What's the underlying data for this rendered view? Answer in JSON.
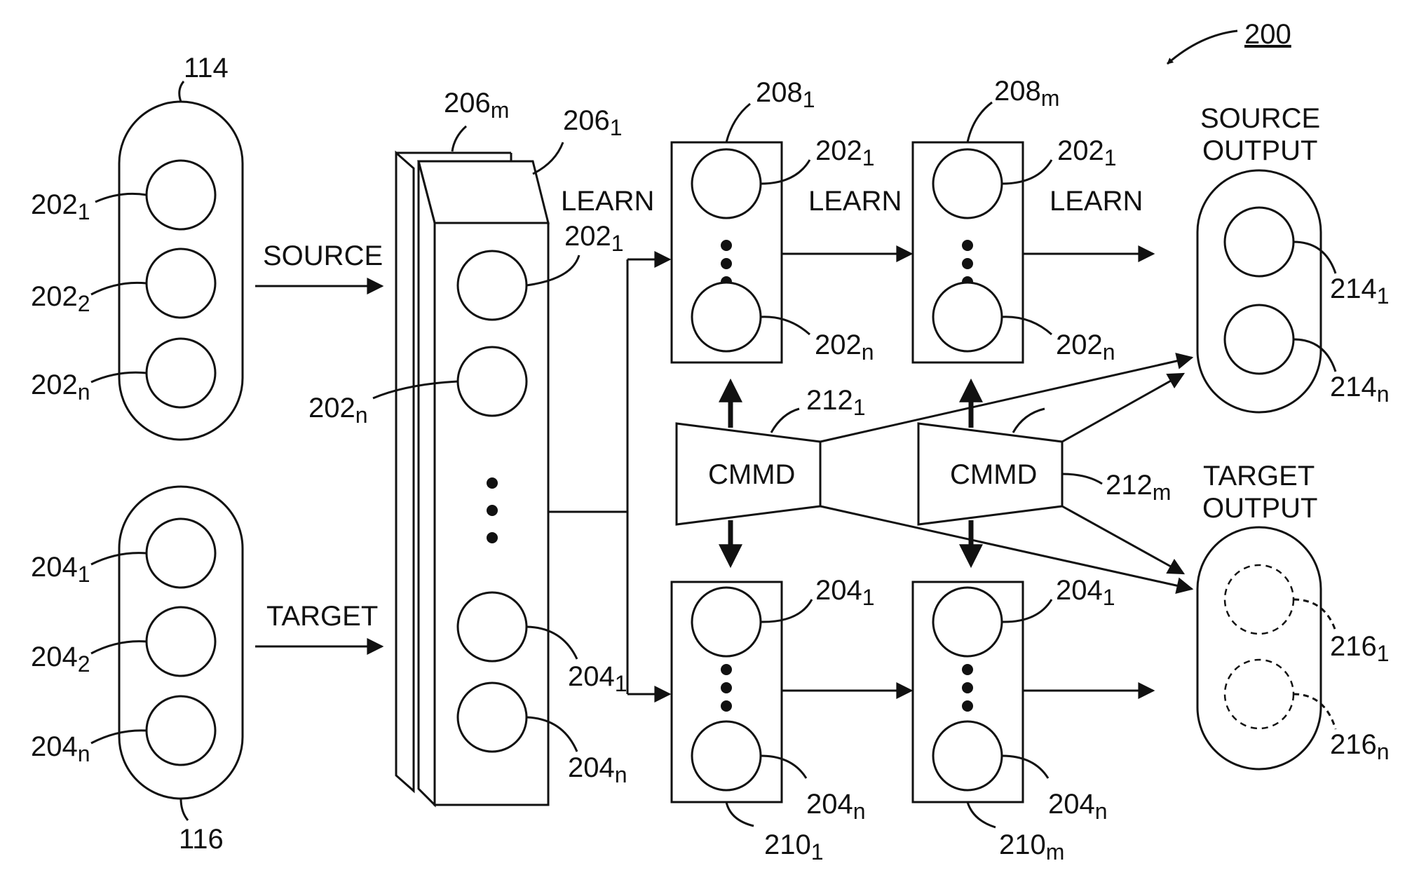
{
  "figure_number": "200",
  "flows": {
    "source": "SOURCE",
    "target": "TARGET",
    "learn": "LEARN"
  },
  "cmmd_label": "CMMD",
  "outputs": {
    "source_line1": "SOURCE",
    "source_line2": "OUTPUT",
    "target_line1": "TARGET",
    "target_line2": "OUTPUT"
  },
  "refs": [
    {
      "id": "r114",
      "base": "114",
      "sub": ""
    },
    {
      "id": "r116",
      "base": "116",
      "sub": ""
    },
    {
      "id": "r202_1a",
      "base": "202",
      "sub": "1"
    },
    {
      "id": "r202_2",
      "base": "202",
      "sub": "2"
    },
    {
      "id": "r202_na",
      "base": "202",
      "sub": "n"
    },
    {
      "id": "r204_1a",
      "base": "204",
      "sub": "1"
    },
    {
      "id": "r204_2",
      "base": "204",
      "sub": "2"
    },
    {
      "id": "r204_na",
      "base": "204",
      "sub": "n"
    },
    {
      "id": "r206_m",
      "base": "206",
      "sub": "m"
    },
    {
      "id": "r206_1",
      "base": "206",
      "sub": "1"
    },
    {
      "id": "r202_1b",
      "base": "202",
      "sub": "1"
    },
    {
      "id": "r202_nb",
      "base": "202",
      "sub": "n"
    },
    {
      "id": "r204_1b",
      "base": "204",
      "sub": "1"
    },
    {
      "id": "r204_nb",
      "base": "204",
      "sub": "n"
    },
    {
      "id": "r208_1",
      "base": "208",
      "sub": "1"
    },
    {
      "id": "r202_1c",
      "base": "202",
      "sub": "1"
    },
    {
      "id": "r202_nc",
      "base": "202",
      "sub": "n"
    },
    {
      "id": "r208_m",
      "base": "208",
      "sub": "m"
    },
    {
      "id": "r202_1d",
      "base": "202",
      "sub": "1"
    },
    {
      "id": "r202_nd",
      "base": "202",
      "sub": "n"
    },
    {
      "id": "r212_1",
      "base": "212",
      "sub": "1"
    },
    {
      "id": "r212_m",
      "base": "212",
      "sub": "m"
    },
    {
      "id": "r204_1c",
      "base": "204",
      "sub": "1"
    },
    {
      "id": "r204_nc",
      "base": "204",
      "sub": "n"
    },
    {
      "id": "r210_1",
      "base": "210",
      "sub": "1"
    },
    {
      "id": "r204_1d",
      "base": "204",
      "sub": "1"
    },
    {
      "id": "r204_nd",
      "base": "204",
      "sub": "n"
    },
    {
      "id": "r210_m",
      "base": "210",
      "sub": "m"
    },
    {
      "id": "r214_1",
      "base": "214",
      "sub": "1"
    },
    {
      "id": "r214_n",
      "base": "214",
      "sub": "n"
    },
    {
      "id": "r216_1",
      "base": "216",
      "sub": "1"
    },
    {
      "id": "r216_n",
      "base": "216",
      "sub": "n"
    }
  ]
}
